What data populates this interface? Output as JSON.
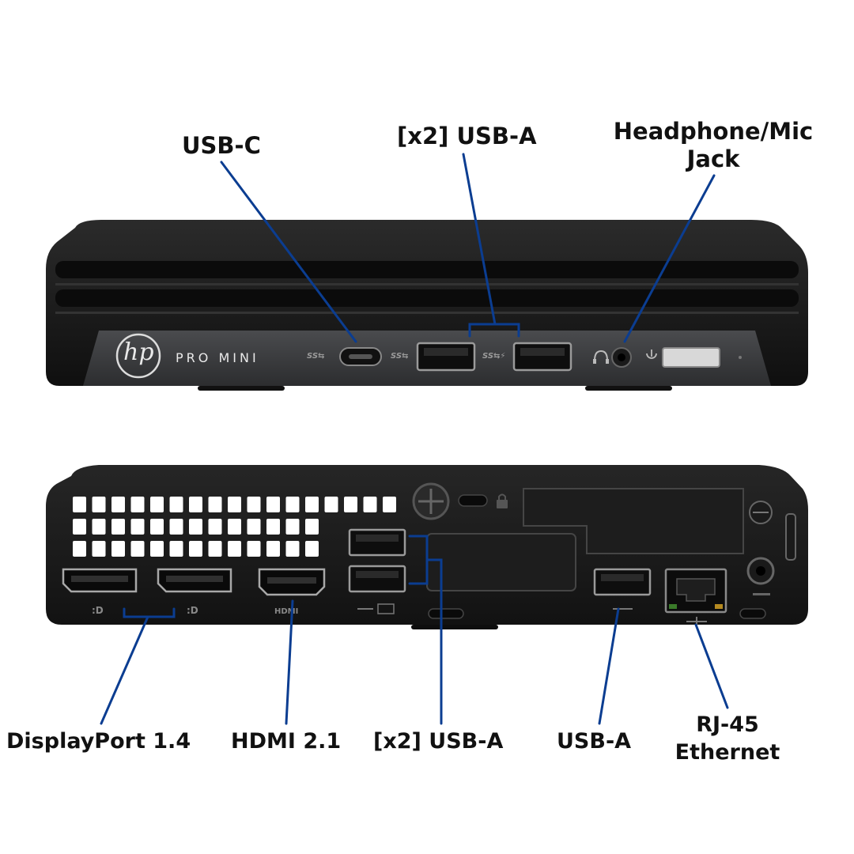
{
  "front_labels": {
    "usbc": "USB-C",
    "usba_x2": "[x2] USB-A",
    "headphone_line1": "Headphone/Mic",
    "headphone_line2": "Jack"
  },
  "rear_labels": {
    "displayport": "DisplayPort 1.4",
    "hdmi": "HDMI 2.1",
    "usba_x2": "[x2] USB-A",
    "usba": "USB-A",
    "rj45_line1": "RJ-45",
    "rj45_line2": "Ethernet"
  },
  "device": {
    "brand_logo": "hp",
    "model_text": "PRO MINI",
    "hdmi_port_text": "HDMI"
  },
  "colors": {
    "callout": "#0b3d91",
    "chassis": "#1a1a1a",
    "bezel": "#3a3b3d"
  },
  "icons": [
    "usb-superspeed-icon",
    "thunderbolt-icon",
    "headphone-icon",
    "power-icon",
    "displayport-icon",
    "lock-icon",
    "network-icon"
  ]
}
